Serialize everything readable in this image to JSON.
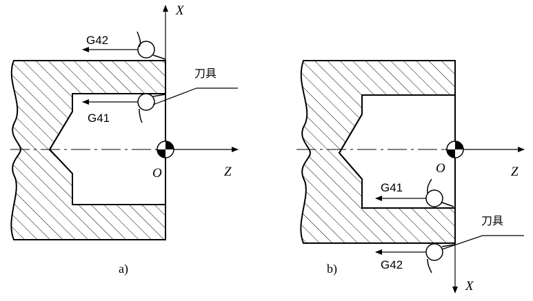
{
  "figure_a": {
    "caption": "a)",
    "axis_x": "X",
    "axis_z": "Z",
    "origin": "O",
    "label_g42": "G42",
    "label_g41": "G41",
    "label_tool": "刀具"
  },
  "figure_b": {
    "caption": "b)",
    "axis_x": "X",
    "axis_z": "Z",
    "origin": "O",
    "label_g41": "G41",
    "label_g42": "G42",
    "label_tool": "刀具"
  }
}
